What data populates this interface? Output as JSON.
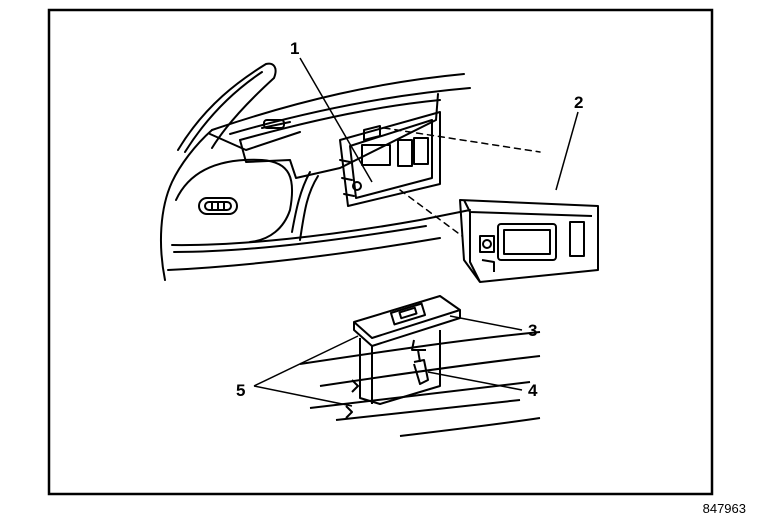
{
  "figure": {
    "callouts": [
      {
        "id": "1",
        "label": "1"
      },
      {
        "id": "2",
        "label": "2"
      },
      {
        "id": "3",
        "label": "3"
      },
      {
        "id": "4",
        "label": "4"
      },
      {
        "id": "5",
        "label": "5"
      }
    ],
    "figure_number": "847963"
  },
  "colors": {
    "ink": "#000000",
    "paper": "#ffffff"
  }
}
